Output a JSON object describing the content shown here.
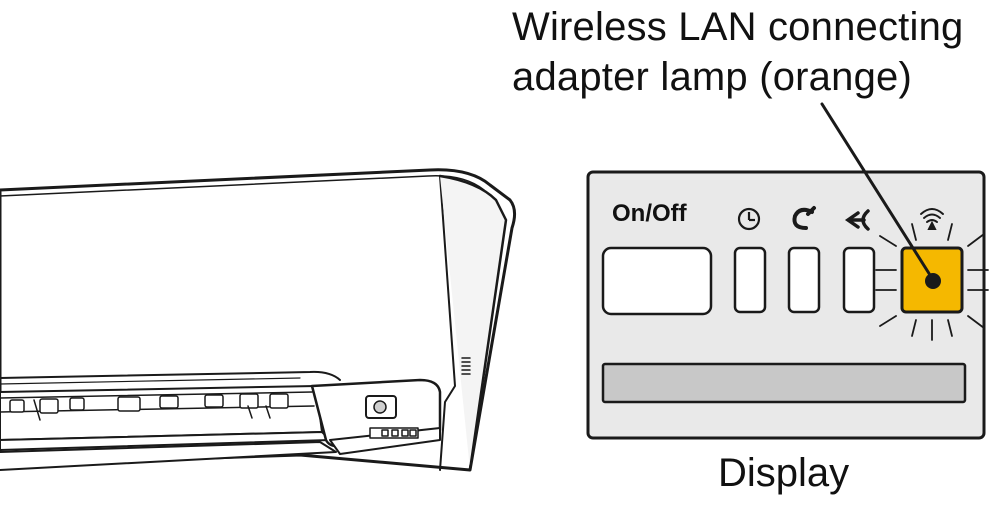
{
  "callout": {
    "line1": "Wireless LAN connecting",
    "line2": "adapter lamp (orange)"
  },
  "display": {
    "caption": "Display",
    "on_off_label": "On/Off"
  },
  "indicators": [
    {
      "icon": "timer-icon"
    },
    {
      "icon": "powerful-mode-icon"
    },
    {
      "icon": "airflow-mode-icon"
    },
    {
      "icon": "wifi-icon"
    }
  ],
  "colors": {
    "lamp": "#F5B800",
    "panel": "#E9E9E9",
    "strip": "#C8C8C8",
    "outline": "#1a1a1a"
  }
}
